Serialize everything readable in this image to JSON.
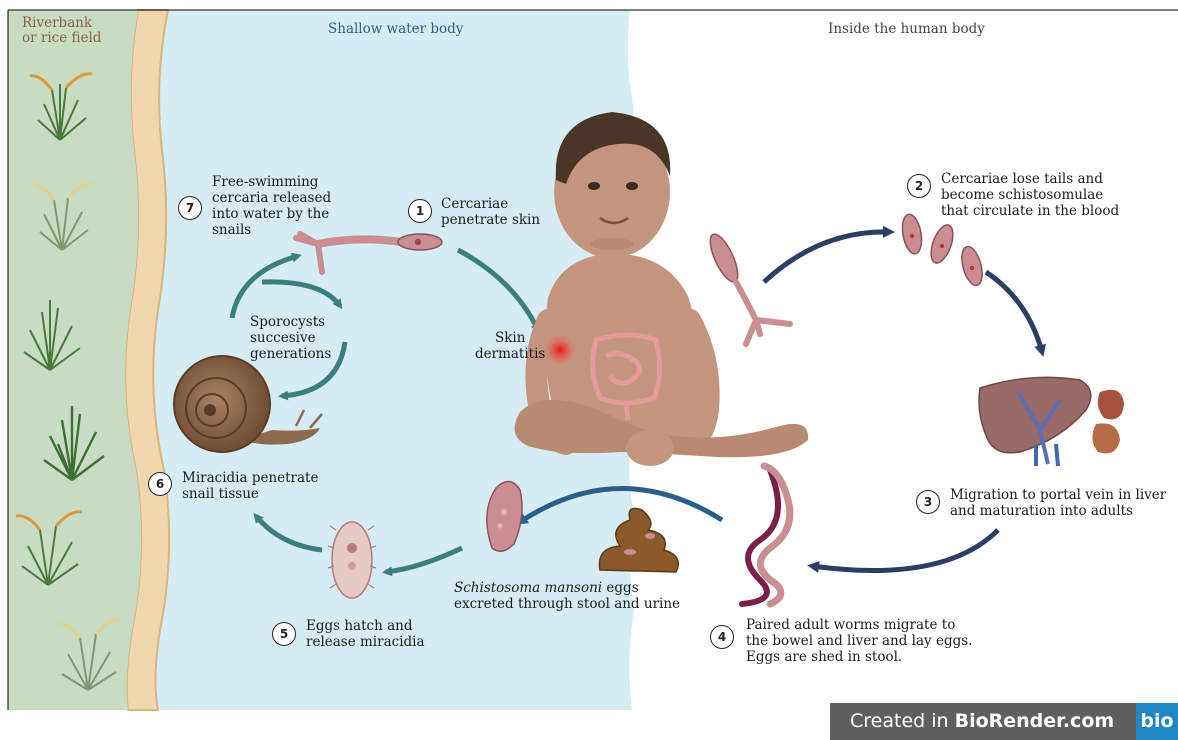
{
  "zones": {
    "riverbank": "Riverbank\nor rice field",
    "water": "Shallow water body",
    "human": "Inside the human body"
  },
  "steps": [
    {
      "num": "1",
      "text": "Cercariae\npenetrate skin"
    },
    {
      "num": "2",
      "text": "Cercariae lose tails and\nbecome schistosomulae\nthat circulate in the blood"
    },
    {
      "num": "3",
      "text": "Migration to portal vein in liver\nand maturation into adults"
    },
    {
      "num": "4",
      "text": "Paired adult worms migrate to\nthe bowel and liver and lay eggs.\nEggs are shed in stool."
    },
    {
      "num": "5",
      "text": "Eggs hatch and\nrelease miracidia"
    },
    {
      "num": "6",
      "text": "Miracidia penetrate\nsnail tissue"
    },
    {
      "num": "7",
      "text": "Free-swimming\ncercaria released\ninto water by the\nsnails"
    }
  ],
  "labels": {
    "sporocysts": "Sporocysts\nsuccesive\ngenerations",
    "skin": "Skin\ndermatitis",
    "eggs_species": "Schistosoma mansoni",
    "eggs_rest": " eggs\nexcreted through stool and urine"
  },
  "watermark": {
    "prefix": "Created in ",
    "brand": "BioRender.com",
    "logo": "bio"
  },
  "colors": {
    "riverbank": "#c8dcc4",
    "sand": "#f1d7ad",
    "water": "#d6ecf3",
    "teal_arrow": "#3a7f7a",
    "navy_arrow": "#2c3e66",
    "blue_arrow": "#2a5f8a",
    "skin": "#b98a72",
    "parasite": "#c98d92"
  }
}
